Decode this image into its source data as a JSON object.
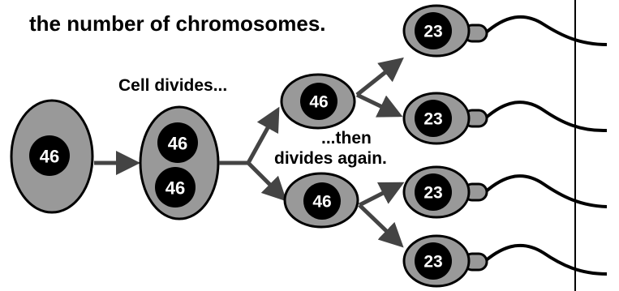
{
  "caption_line": "the number of chromosomes.",
  "step_label_1": "Cell divides...",
  "step_label_2_line1": "...then",
  "step_label_2_line2": "divides again.",
  "parent_cell_count": "46",
  "dividing_cell_counts": [
    "46",
    "46"
  ],
  "daughter_cell_counts": [
    "46",
    "46"
  ],
  "sperm_cell_counts": [
    "23",
    "23",
    "23",
    "23"
  ],
  "colors": {
    "cell_fill": "#999999",
    "nucleus_fill": "#000000",
    "outline": "#000000",
    "arrow": "#444444",
    "background": "#ffffff"
  }
}
